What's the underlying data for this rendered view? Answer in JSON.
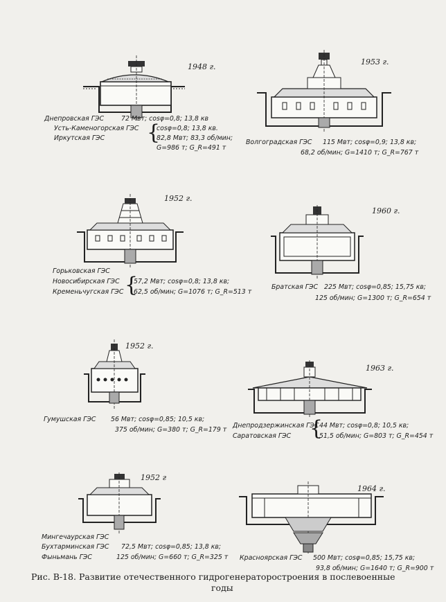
{
  "panels": [
    {
      "year": "1948 г.",
      "lines": [
        "Днепровская  ГЭС",
        "72 Мвт; cosφ=0,8; 13,8 кв",
        "Усть-Каменогорская ГЭС",
        "Иркутская   ГЭС",
        "cosφ=0,8; 13,8 кв.",
        "82,8 Мвт; 83,3 об/мин;",
        "G=986 т;  G_R=491 т"
      ]
    },
    {
      "year": "1953 г.",
      "lines": [
        "Волгоградская  ГЭС",
        "115 Мвт;  cosφ=0,9;  13,8 кв;",
        "68,2 об/мин; G=1410 т;  G_R=767 т"
      ]
    },
    {
      "year": "1952 г.",
      "lines": [
        "Горьковская  ГЭС",
        "Новосибирская ГЭС",
        "Кременьчугская ГЭС",
        "57,2 Мвт; cosφ=0,8; 13,8 кв;",
        "62,5 об/мин; G=1076 т; G_R=513 т"
      ]
    },
    {
      "year": "1960 г.",
      "lines": [
        "Братская  ГЭС",
        "225 Мвт; cosφ=0,85; 15,75 кв;",
        "125 об/мин; G=1300 т; G_R=654 т"
      ]
    },
    {
      "year": "1952 г.",
      "lines": [
        "Гумушская ГЭС",
        "56 Мвт; cosφ=0,85; 10,5 кв;",
        "375 об/мин; G=380 т; G_R=179 т"
      ]
    },
    {
      "year": "1963 г.",
      "lines": [
        "Днепродзержинская ГЭС",
        "Саратовская  ГЭС",
        "44 Мвт; cosφ=0,8; 10,5 кв;",
        "51,5 об/мин; G=803 т; G_R=454 т"
      ]
    },
    {
      "year": "1952 г",
      "lines": [
        "Мингечаурская ГЭС",
        "Бухтарминская ГЭС",
        "Фыньмань  ГЭС",
        "72,5 Мвт; cosφ=0,85; 13,8 кв;",
        "125 об/мин; G=660 т; G_R=325 т"
      ]
    },
    {
      "year": "1964 г.",
      "lines": [
        "Красноярская ГЭС",
        "500 Мвт; cosφ=0,85; 15,75 кв;",
        "93,8 об/мин; G=1640 т; G_R=900 т"
      ]
    }
  ],
  "caption": {
    "prefix": "Рис. В-18.",
    "text": "Развитие отечественного гидрогенераторостроения в послевоенные",
    "text2": "годы"
  }
}
